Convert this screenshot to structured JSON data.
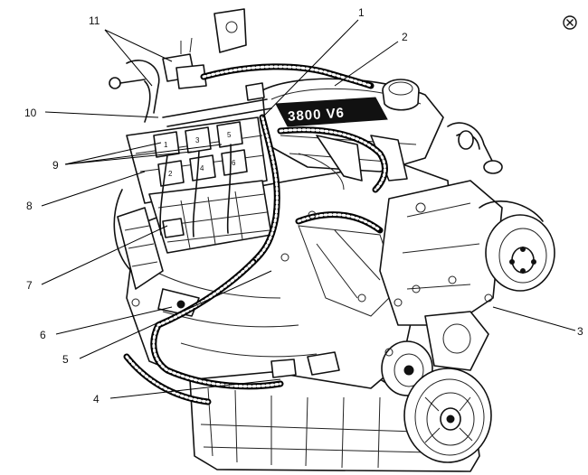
{
  "figure": {
    "close_button": "close-icon",
    "callouts": [
      {
        "id": "1",
        "label": "1"
      },
      {
        "id": "2",
        "label": "2"
      },
      {
        "id": "3",
        "label": "3"
      },
      {
        "id": "4",
        "label": "4"
      },
      {
        "id": "5",
        "label": "5"
      },
      {
        "id": "6",
        "label": "6"
      },
      {
        "id": "7",
        "label": "7"
      },
      {
        "id": "8",
        "label": "8"
      },
      {
        "id": "9",
        "label": "9"
      },
      {
        "id": "10",
        "label": "10"
      },
      {
        "id": "11",
        "label": "11"
      }
    ],
    "intake_logo": "3800 V6",
    "coil_numbers": [
      "1",
      "3",
      "5",
      "2",
      "4",
      "6"
    ]
  }
}
